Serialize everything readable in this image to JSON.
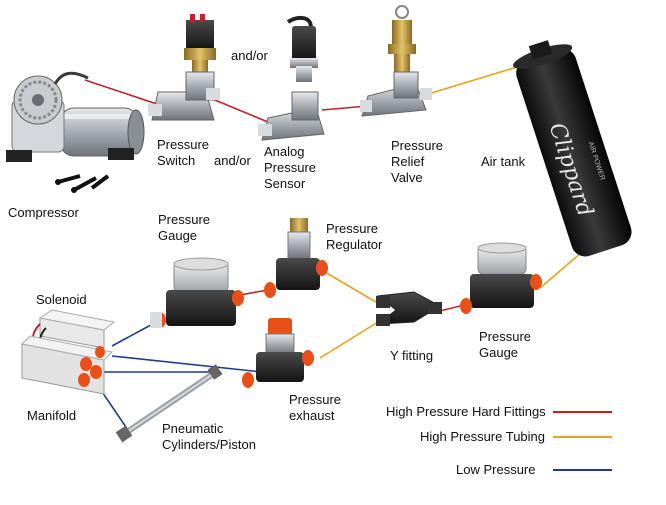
{
  "labels": {
    "compressor": [
      "Compressor"
    ],
    "pressure_switch": [
      "Pressure",
      "Switch"
    ],
    "and_or_top": [
      "and/or"
    ],
    "and_or_mid": [
      "and/or"
    ],
    "analog_sensor": [
      "Analog",
      "Pressure",
      "Sensor"
    ],
    "relief_valve": [
      "Pressure",
      "Relief",
      "Valve"
    ],
    "air_tank": [
      "Air tank"
    ],
    "pressure_gauge_left": [
      "Pressure",
      "Gauge"
    ],
    "pressure_regulator": [
      "Pressure",
      "Regulator"
    ],
    "solenoid": [
      "Solenoid"
    ],
    "manifold": [
      "Manifold"
    ],
    "pressure_exhaust": [
      "Pressure",
      "exhaust"
    ],
    "y_fitting": [
      "Y fitting"
    ],
    "pressure_gauge_right": [
      "Pressure",
      "Gauge"
    ],
    "pneumatic_cylinders": [
      "Pneumatic",
      "Cylinders/Piston"
    ]
  },
  "tank_brand": {
    "logo_text": "Clippard",
    "subtext": "AIR POWER"
  },
  "legend": [
    {
      "label": "High Pressure Hard Fittings",
      "color": "#c0232b"
    },
    {
      "label": "High Pressure Tubing",
      "color": "#e8a21c"
    },
    {
      "label": "Low Pressure",
      "color": "#1f3a93"
    }
  ],
  "colors": {
    "high_pressure_hard": "#c0232b",
    "high_pressure_tubing": "#e8a21c",
    "low_pressure": "#1f3a93",
    "metal": "#b8bcc2",
    "fitting_black": "#2b2b2b",
    "orange_collar": "#e8501a",
    "brass": "#c9a24a"
  }
}
